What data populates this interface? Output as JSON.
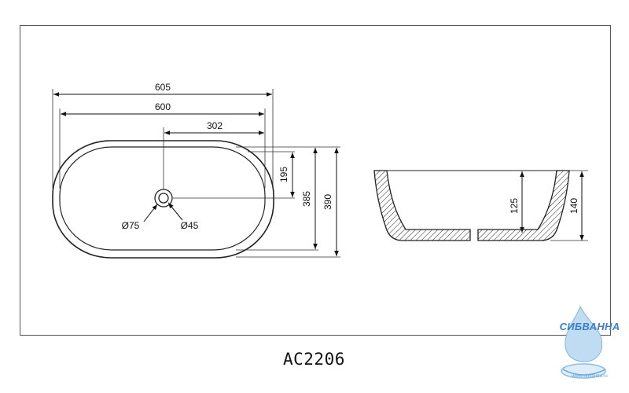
{
  "drawing": {
    "model": "AC2206",
    "dimensions": {
      "outer_length": "605",
      "inner_length": "600",
      "drain_offset": "302",
      "drain_to_edge": "195",
      "inner_width": "385",
      "outer_width": "390",
      "drain_outer_diameter": "Ø75",
      "drain_inner_diameter": "Ø45",
      "inner_depth": "125",
      "outer_height": "140"
    }
  },
  "watermark": {
    "brand": "СИБВАННА",
    "url": "www.sibvanna.ru",
    "color": "#3b7fc4"
  }
}
